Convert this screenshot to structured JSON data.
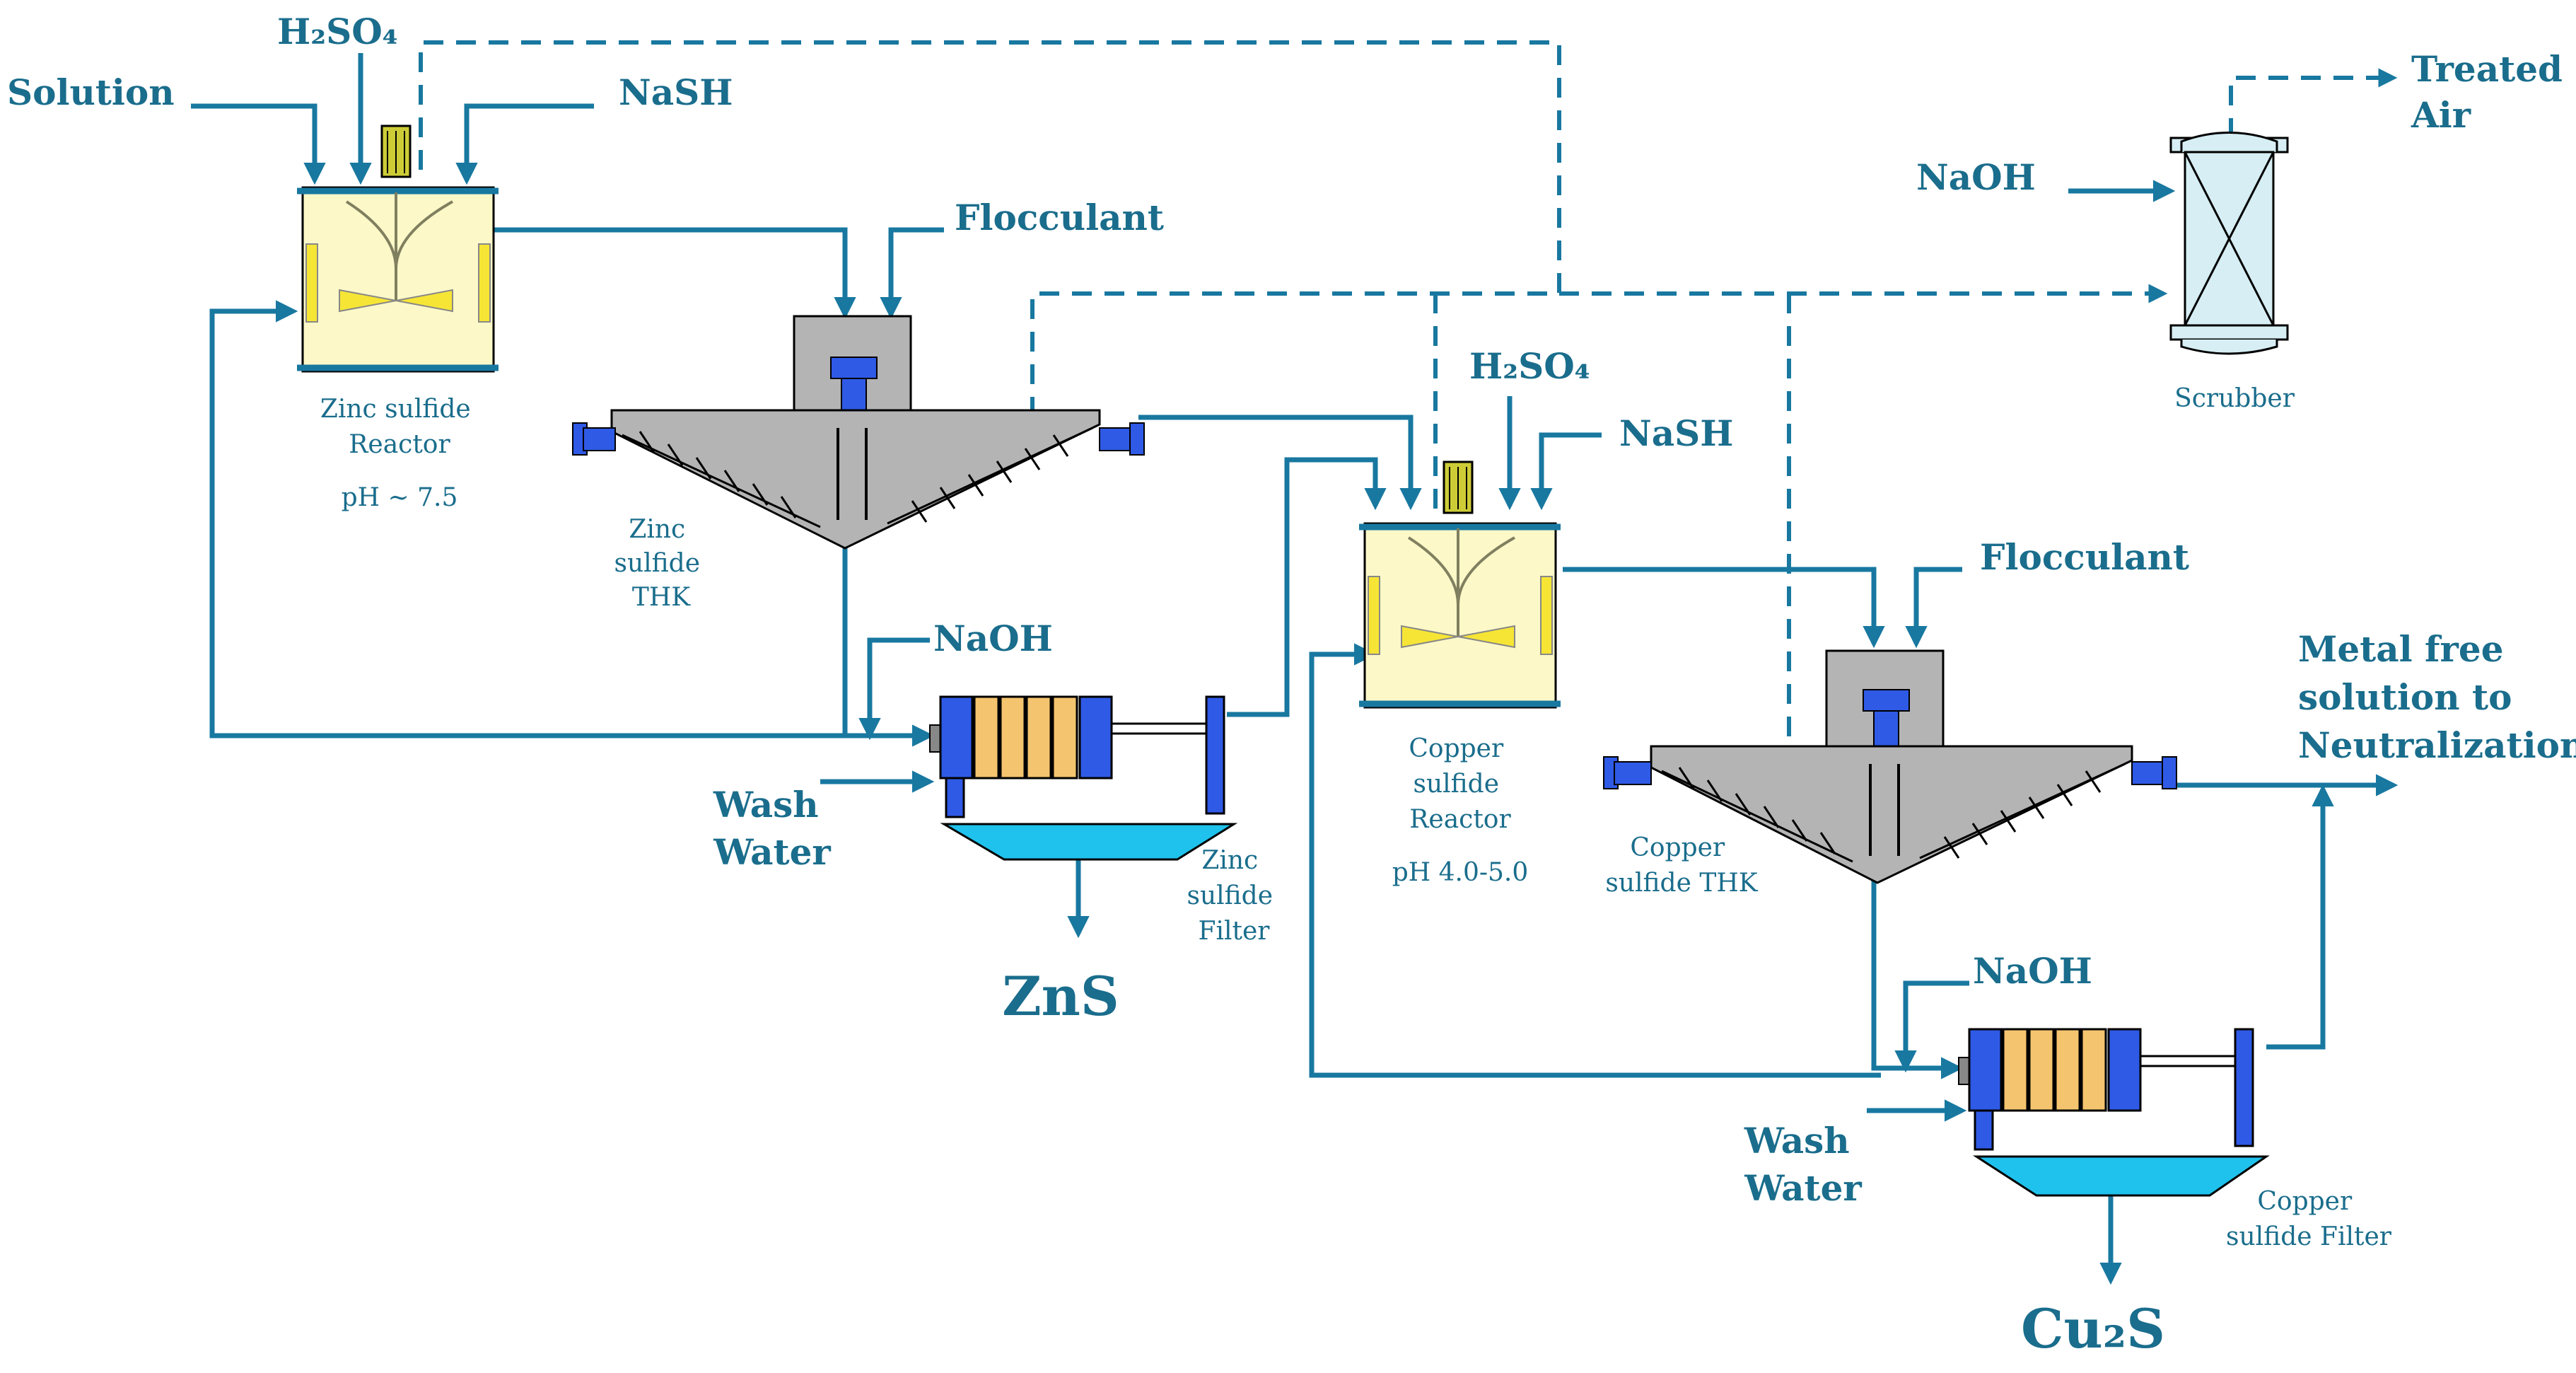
{
  "labels": {
    "solution": "Solution",
    "h2so4_top": "H₂SO₄",
    "nash_top": "NaSH",
    "flocculant_1": "Flocculant",
    "zinc_reactor": [
      "Zinc sulfide",
      "Reactor"
    ],
    "zinc_ph": "pH ~ 7.5",
    "zinc_thk": [
      "Zinc",
      "sulfide",
      "THK"
    ],
    "naoh_1": "NaOH",
    "wash_water_1": [
      "Wash",
      "Water"
    ],
    "zinc_filter": [
      "Zinc",
      "sulfide",
      "Filter"
    ],
    "zns": "ZnS",
    "h2so4_mid": "H₂SO₄",
    "nash_mid": "NaSH",
    "copper_reactor": [
      "Copper",
      "sulfide",
      "Reactor"
    ],
    "copper_ph": "pH 4.0-5.0",
    "flocculant_2": "Flocculant",
    "copper_thk": [
      "Copper",
      "sulfide THK"
    ],
    "naoh_2": "NaOH",
    "wash_water_2": [
      "Wash",
      "Water"
    ],
    "copper_filter": [
      "Copper",
      "sulfide Filter"
    ],
    "cu2s": "Cu₂S",
    "naoh_scrubber": "NaOH",
    "scrubber": "Scrubber",
    "treated_air": [
      "Treated",
      "Air"
    ],
    "metal_free": [
      "Metal free",
      "solution to",
      "Neutralization"
    ]
  },
  "colors": {
    "pipe": "#1878a0",
    "reactor_fill": "#fdf8c8",
    "impeller": "#f6e535",
    "thickener": "#b4b4b4",
    "equipment_blue": "#2f5ae6",
    "filter_plate": "#f5c46e",
    "filtrate_tray": "#1fc2ec",
    "scrubber_fill": "#d6eef4"
  }
}
